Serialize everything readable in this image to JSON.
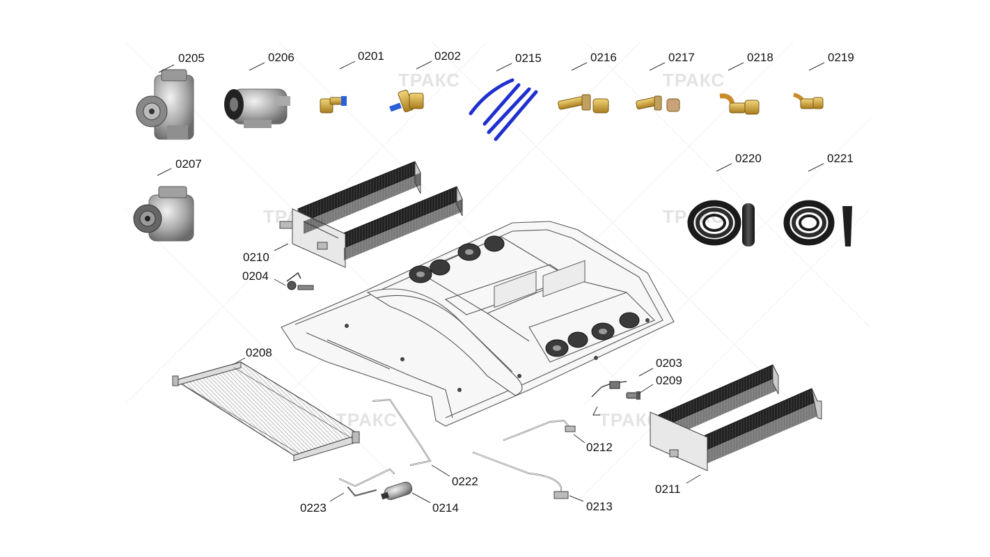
{
  "watermark_text": "ТРАКС",
  "parts": [
    {
      "id": "0205"
    },
    {
      "id": "0206"
    },
    {
      "id": "0201"
    },
    {
      "id": "0202"
    },
    {
      "id": "0215"
    },
    {
      "id": "0216"
    },
    {
      "id": "0217"
    },
    {
      "id": "0218"
    },
    {
      "id": "0219"
    },
    {
      "id": "0207"
    },
    {
      "id": "0220"
    },
    {
      "id": "0221"
    },
    {
      "id": "0210"
    },
    {
      "id": "0204"
    },
    {
      "id": "0208"
    },
    {
      "id": "0203"
    },
    {
      "id": "0209"
    },
    {
      "id": "0212"
    },
    {
      "id": "0222"
    },
    {
      "id": "0223"
    },
    {
      "id": "0214"
    },
    {
      "id": "0213"
    },
    {
      "id": "0211"
    }
  ],
  "colors": {
    "hose_blue": "#1f2fd0",
    "fitting_brass": "#c9a23a",
    "coil_black": "#1a1a1a",
    "line_gray": "#555555"
  }
}
